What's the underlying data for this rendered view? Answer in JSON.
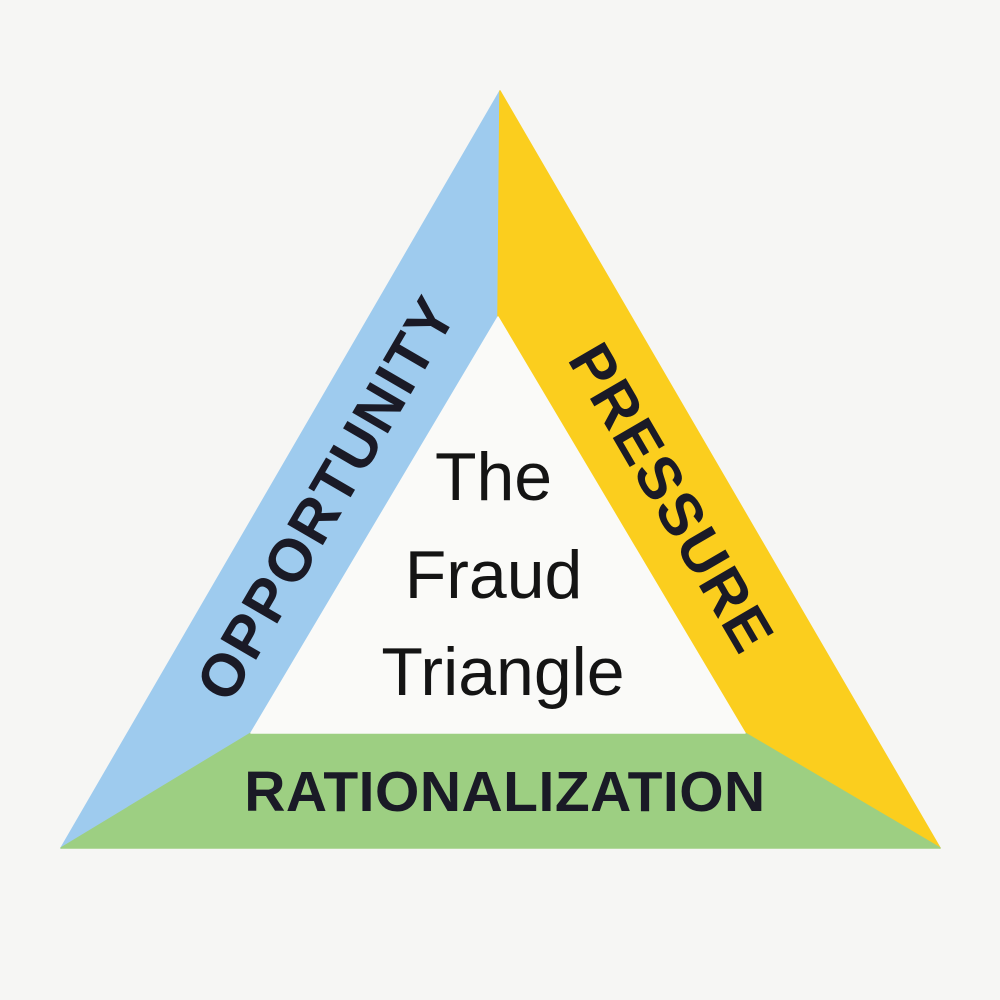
{
  "diagram": {
    "name": "The Fraud Triangle",
    "title_lines": [
      "The",
      "Fraud",
      "Triangle"
    ],
    "sides": {
      "left": "OPPORTUNITY",
      "right": "PRESSURE",
      "bottom": "RATIONALIZATION"
    },
    "colors": {
      "background": "#F6F6F4",
      "inner_triangle": "#FAFAF8",
      "opportunity_band": "#9ECBEE",
      "pressure_band": "#FBCE1E",
      "rationalization_band": "#9DCF82",
      "band_label_text": "#1A1A26",
      "title_text": "#141414"
    }
  }
}
